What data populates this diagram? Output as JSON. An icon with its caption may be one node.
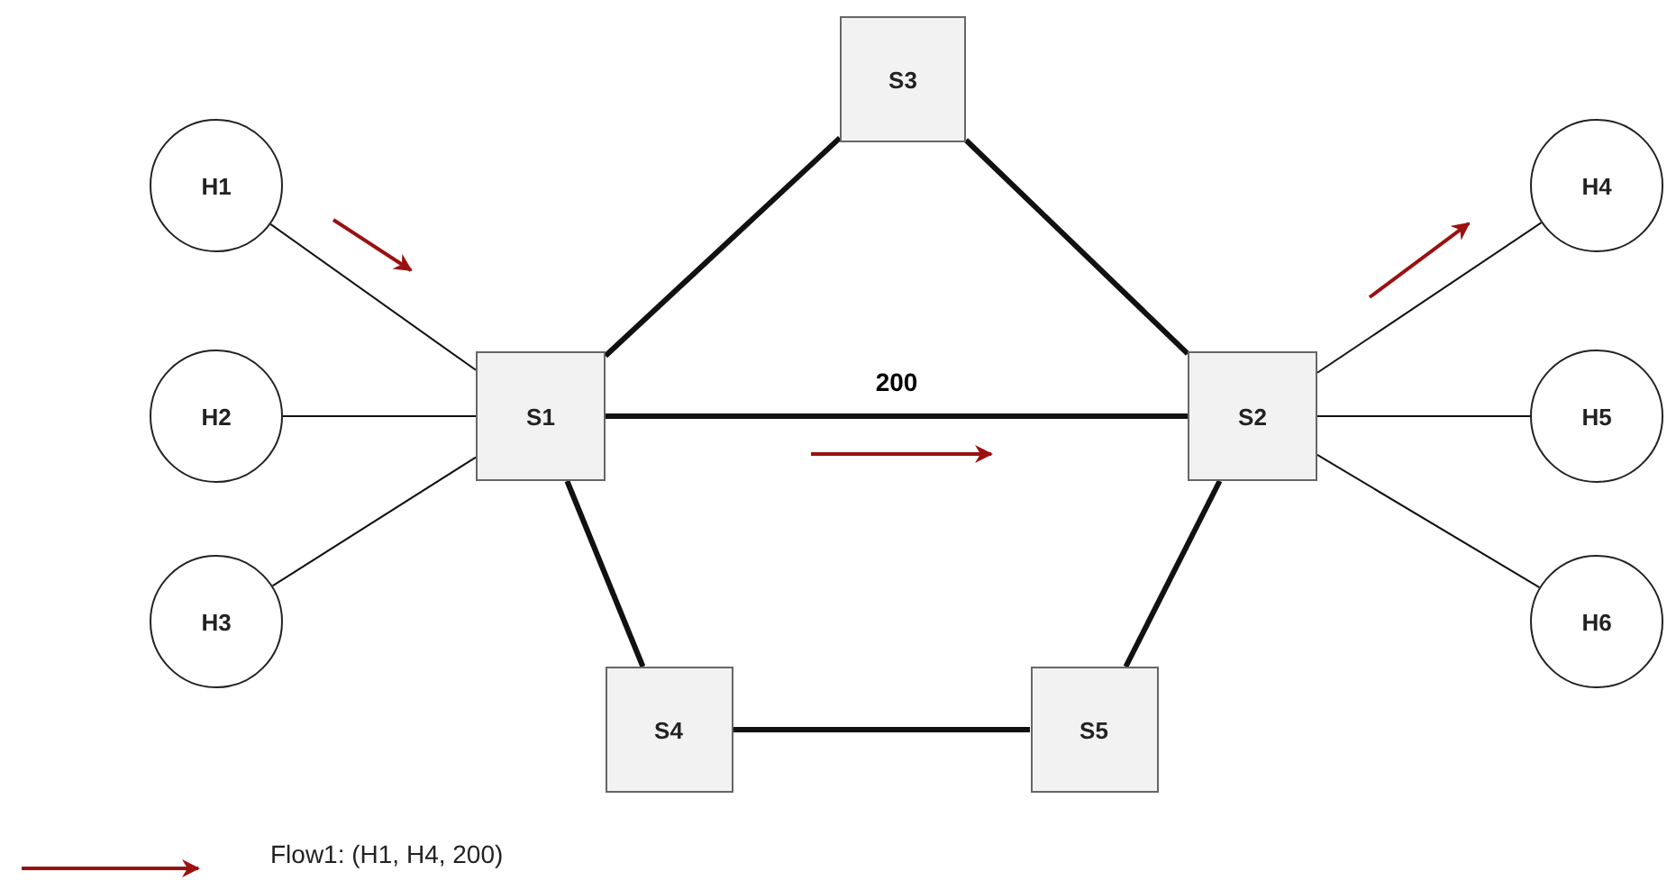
{
  "diagram": {
    "nodes": [
      {
        "text": [
          "H1"
        ]
      },
      {
        "text": [
          "H2"
        ]
      },
      {
        "text": [
          "H3"
        ]
      },
      {
        "text": [
          "S1"
        ]
      },
      {
        "text": [
          "S2"
        ]
      },
      {
        "text": [
          "S3"
        ]
      },
      {
        "text": [
          "S4"
        ]
      },
      {
        "text": [
          "S5"
        ]
      },
      {
        "text": [
          "H4"
        ]
      },
      {
        "text": [
          "H5"
        ]
      },
      {
        "text": [
          "H6"
        ]
      }
    ],
    "edges": [
      {
        "from": 0,
        "to": 3,
        "arrow": "none"
      },
      {
        "from": 1,
        "to": 3,
        "arrow": "none"
      },
      {
        "from": 2,
        "to": 3,
        "arrow": "none"
      },
      {
        "from": 3,
        "to": 5,
        "arrow": "none",
        "style": "thick"
      },
      {
        "from": 5,
        "to": 4,
        "arrow": "none",
        "style": "thick"
      },
      {
        "from": 3,
        "to": 4,
        "arrow": "none",
        "style": "thick",
        "label": "200"
      },
      {
        "from": 3,
        "to": 6,
        "arrow": "none",
        "style": "thick"
      },
      {
        "from": 6,
        "to": 7,
        "arrow": "none",
        "style": "thick"
      },
      {
        "from": 7,
        "to": 4,
        "arrow": "none",
        "style": "thick"
      },
      {
        "from": 4,
        "to": 8,
        "arrow": "none"
      },
      {
        "from": 4,
        "to": 9,
        "arrow": "none"
      },
      {
        "from": 4,
        "to": 10,
        "arrow": "none"
      }
    ],
    "legend": [
      {
        "text": "Flow1: (H1, H4, 200)"
      }
    ]
  }
}
